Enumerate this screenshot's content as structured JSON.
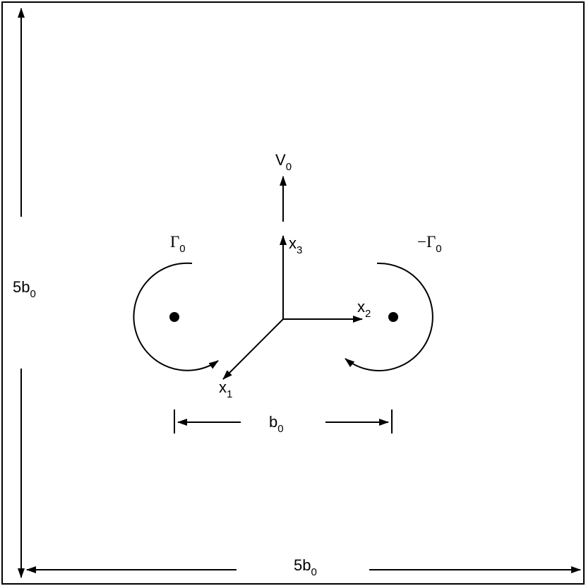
{
  "diagram": {
    "labels": {
      "velocity": {
        "main": "V",
        "sub": "0"
      },
      "axis_x3": {
        "main": "x",
        "sub": "3"
      },
      "axis_x2": {
        "main": "x",
        "sub": "2"
      },
      "axis_x1": {
        "main": "x",
        "sub": "1"
      },
      "circulation_left": {
        "main": "Γ",
        "sub": "0"
      },
      "circulation_right": {
        "main": "−Γ",
        "sub": "0"
      },
      "separation": {
        "main": "b",
        "sub": "0"
      },
      "domain_height": {
        "main": "5b",
        "sub": "0"
      },
      "domain_width": {
        "main": "5b",
        "sub": "0"
      }
    }
  }
}
